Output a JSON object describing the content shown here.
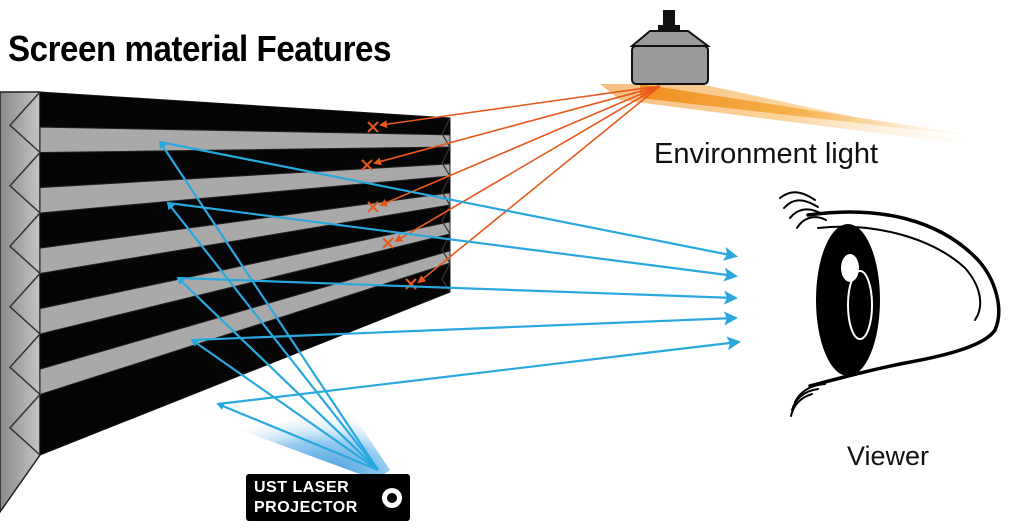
{
  "title": "Screen material Features",
  "labels": {
    "environment_light": "Environment light",
    "viewer": "Viewer",
    "projector_line1": "UST LASER",
    "projector_line2": "PROJECTOR"
  },
  "colors": {
    "projector_ray": "#29a8e0",
    "ambient_ray": "#e8581c",
    "ambient_glow": "#f5a623",
    "screen_dark": "#050505",
    "screen_light": "#a9a9a9",
    "lamp_body": "#9a9a9a"
  },
  "icons": {
    "ceiling_lamp": "ceiling-lamp-icon",
    "eye": "eye-icon",
    "reject_mark": "x-mark-icon",
    "projector_lens": "lens-icon"
  }
}
